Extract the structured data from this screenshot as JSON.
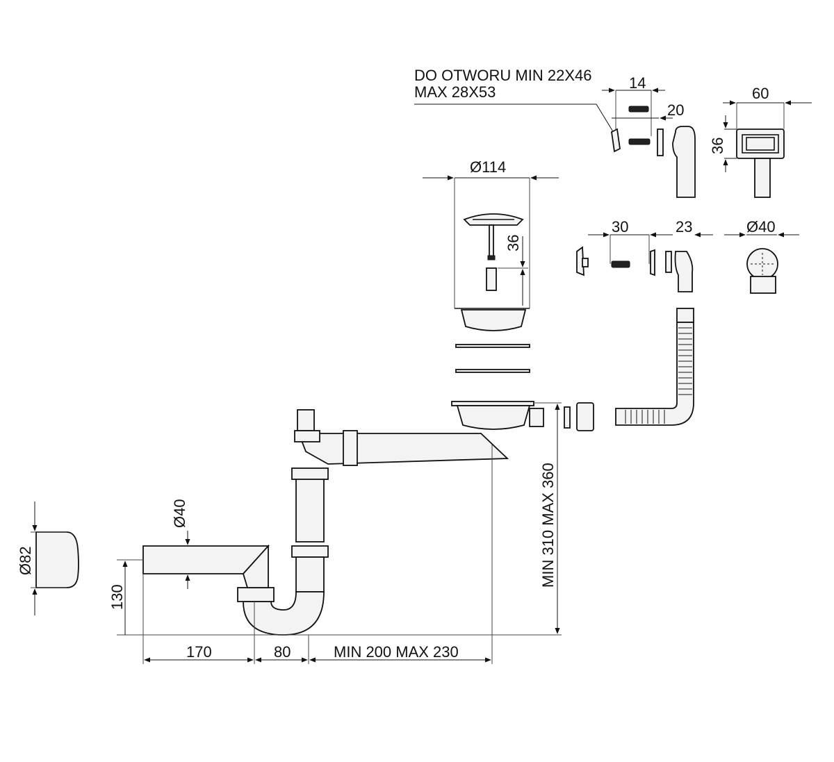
{
  "note": {
    "line1": "DO OTWORU MIN 22X46",
    "line2": "MAX 28X53"
  },
  "dimensions": {
    "d14": "14",
    "d20": "20",
    "d60": "60",
    "d36_overflow": "36",
    "d114": "Ø114",
    "d36_basket": "36",
    "d30": "30",
    "d23": "23",
    "d40_round": "Ø40",
    "d40_pipe": "Ø40",
    "d82": "Ø82",
    "d130": "130",
    "d170": "170",
    "d80": "80",
    "d_horizontal_range": "MIN 200 MAX 230",
    "d_vertical_range": "MIN 310 MAX 360"
  }
}
